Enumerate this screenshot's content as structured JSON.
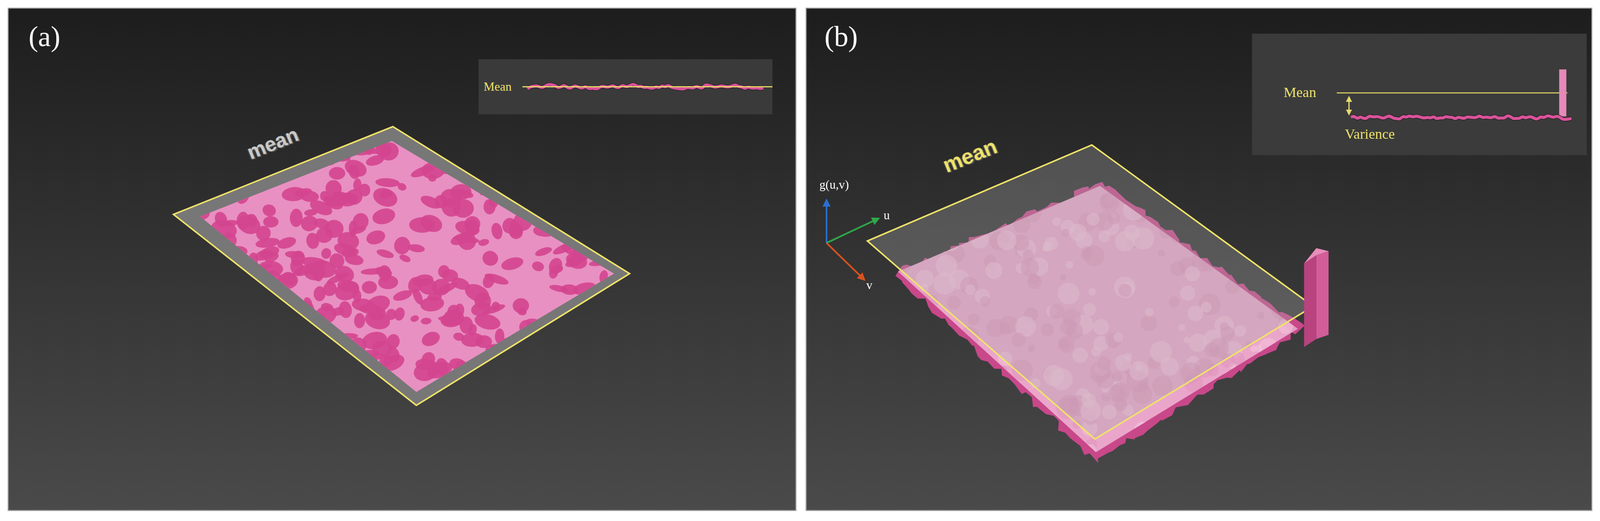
{
  "diagram": {
    "labels": [
      "(a)",
      "mean",
      "Mean",
      "(b)",
      "g(u,v)",
      "u",
      "v",
      "mean",
      "Mean",
      "Varience"
    ]
  }
}
